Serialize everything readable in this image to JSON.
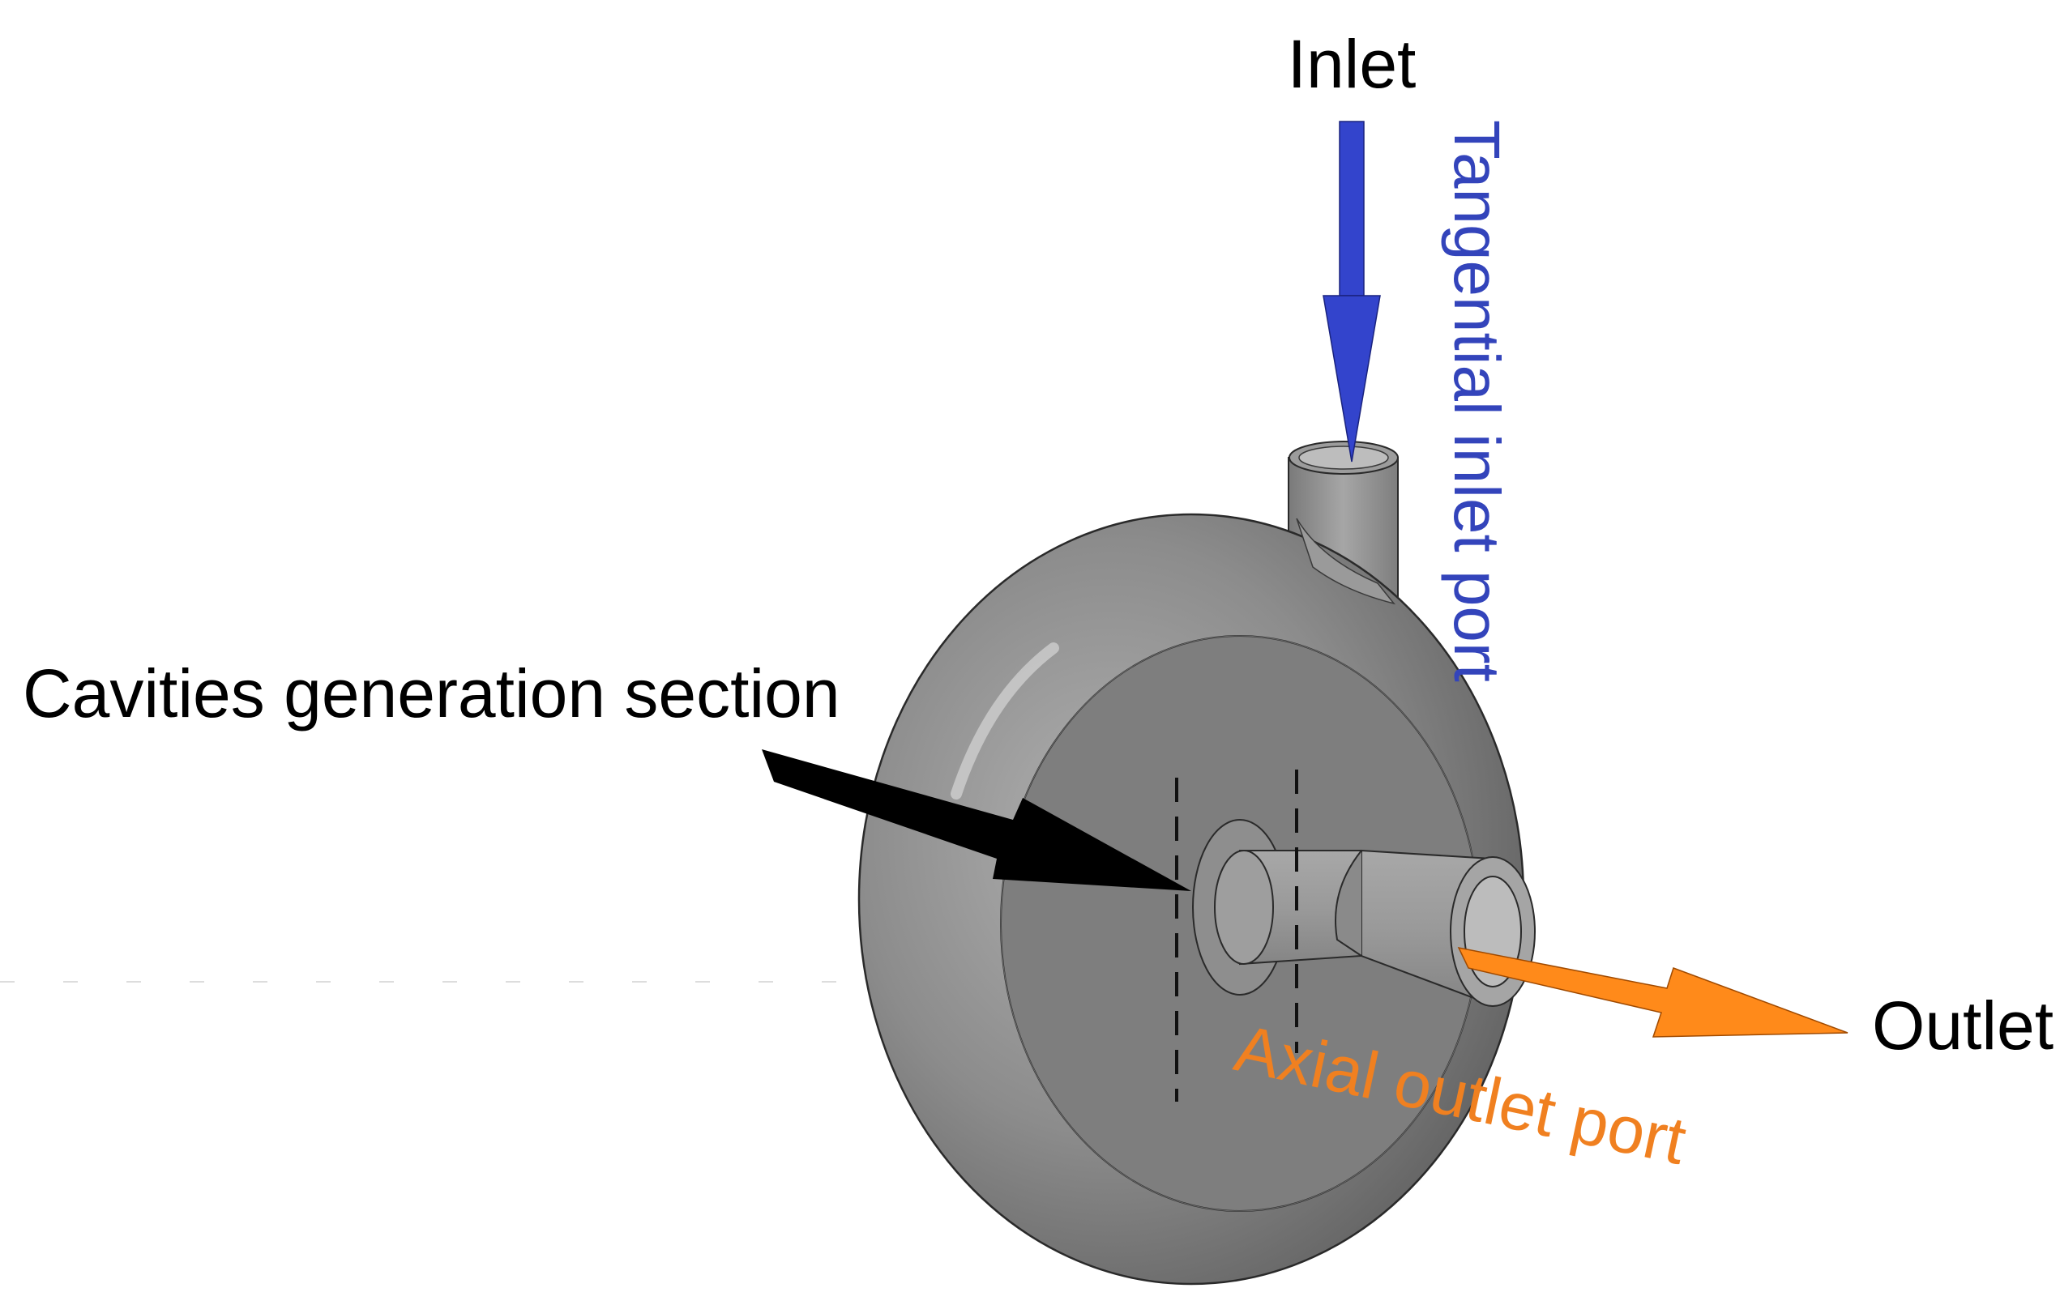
{
  "labels": {
    "inlet": "Inlet",
    "tangential_inlet_port": "Tangential inlet port",
    "cavities_generation_section": "Cavities generation section",
    "outlet": "Outlet",
    "axial_outlet_port": "Axial outlet port"
  },
  "colors": {
    "inlet_arrow": "#3344cc",
    "tangential_label": "#3344bb",
    "outlet_arrow": "#ff8a1a",
    "axial_label": "#f08020",
    "pointer_arrow": "#000000",
    "body_gray": "#8a8a8a",
    "text": "#000000"
  }
}
